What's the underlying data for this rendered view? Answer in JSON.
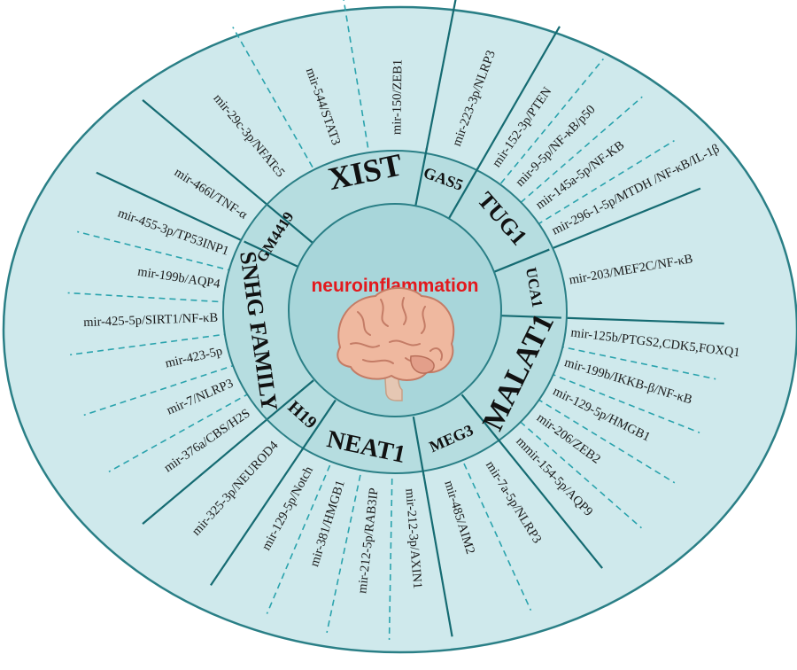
{
  "center": {
    "title": "neuroinflammation",
    "icon": "brain-icon"
  },
  "colors": {
    "outer": "#cfe9ec",
    "middle": "#b6dde0",
    "inner": "#a8d6da",
    "line": "#156b72",
    "dash": "#2aa3ad",
    "title": "#e3191d"
  },
  "lncrnas": [
    {
      "name": "XIST",
      "mirnas": [
        "mir-29c-3p/NFATc5",
        "mir-544/STAT3",
        "mir-150/ZEB1"
      ]
    },
    {
      "name": "GAS5",
      "mirnas": [
        "mir-223-3p/NLRP3"
      ]
    },
    {
      "name": "TUG1",
      "mirnas": [
        "mir-152-3p/PTEN",
        "mir-9-5p/NF-κB/p50",
        "mir-145a-5p/NF-KB",
        "mir-296-1-5p/MTDH /NF-κB/IL-1β"
      ]
    },
    {
      "name": "UCA1",
      "mirnas": [
        "mir-203/MEF2C/NF-κB"
      ]
    },
    {
      "name": "MALAT1",
      "mirnas": [
        "mir-125b/PTGS2,CDK5,FOXQ1",
        "mir-199b/IKKB-β/NF-κB",
        "mir-129-5p/HMGB1",
        "mir-206/ZEB2",
        "mmir-154-5p/AQP9"
      ]
    },
    {
      "name": "MEG3",
      "mirnas": [
        "mir-7a-5p/NLRP3",
        "mir-485/AIM2"
      ]
    },
    {
      "name": "NEAT1",
      "mirnas": [
        "mir-212-3p/AXIN1",
        "mir-212-5p/RAB3IP",
        "mir-381/HMGB1",
        "mir-129-5p/Notch"
      ]
    },
    {
      "name": "H19",
      "mirnas": [
        "mir-325-3p/NEUROD4"
      ]
    },
    {
      "name": "SNHG FAMILY",
      "mirnas": [
        "mir-376a/CBS/H2S",
        "mir-7/NLRP3",
        "mir-423-5p",
        "mir-425-5p/SIRT1/NF-κB",
        "mir-199b/AQP4",
        "mir-455-3p/TP53INP1"
      ]
    },
    {
      "name": "GM4419",
      "mirnas": [
        "mir-466l/TNF-α"
      ]
    }
  ]
}
